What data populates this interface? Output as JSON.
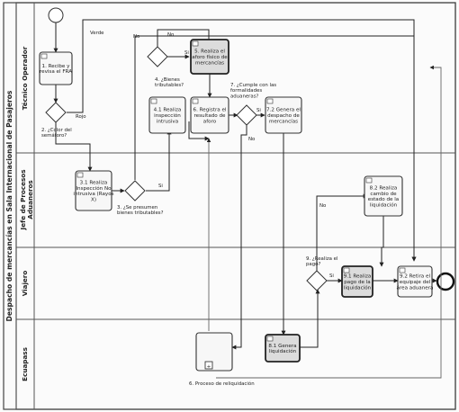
{
  "pool": {
    "title": "Despacho de mercancías en Sala Internacional de Pasajeros"
  },
  "lanes": [
    {
      "id": "tecnico",
      "label": "Técnico Operador"
    },
    {
      "id": "jefe",
      "label": "Jefe de Procesos Aduaneros"
    },
    {
      "id": "viajero",
      "label": "Viajero"
    },
    {
      "id": "ecuapass",
      "label": "Ecuapass"
    }
  ],
  "tasks": {
    "t1": [
      "1. Recibe y",
      "revisa el FRA"
    ],
    "t31": [
      "3.1 Realiza",
      "Inspección No",
      "intrusiva (Rayos",
      "X)"
    ],
    "t41": [
      "4.1 Realiza",
      "inspección",
      "intrusiva"
    ],
    "t5": [
      "5. Realiza el",
      "aforo físico de",
      "mercancías"
    ],
    "t6": [
      "6. Registra el",
      "resultado de",
      "aforo"
    ],
    "t72": [
      "7.2 Genera el",
      "despacho de",
      "mercancías"
    ],
    "t81": [
      "8.1 Genera",
      "liquidación"
    ],
    "t82": [
      "8.2 Realiza",
      "cambio de",
      "estado de la",
      "liquidación"
    ],
    "t91": [
      "9.1 Realiza",
      "pago de la",
      "liquidación"
    ],
    "t92": [
      "9.2 Retira el",
      "equipaje del",
      "área aduanera"
    ]
  },
  "gateways": {
    "g2": [
      "2. ¿Color del",
      "semáforo?"
    ],
    "g3": [
      "3. ¿Se presumen",
      "bienes tributables?"
    ],
    "g4": [
      "4. ¿Bienes",
      "tributables?"
    ],
    "g7": [
      "7. ¿Cumple con las",
      "formalidades",
      "aduaneras?"
    ],
    "g9": [
      "9. ¿Realiza el",
      "pago?"
    ]
  },
  "subprocess": {
    "label": "6. Proceso de reliquidación",
    "marker": "+"
  },
  "flow_labels": {
    "verde": "Verde",
    "rojo": "Rojo",
    "no_g3": "No",
    "si_g3": "Si",
    "no_g4": "No",
    "si_g4": "Si",
    "si_g7": "Si",
    "no_g7": "No",
    "si_g9": "Si",
    "no_g9": "No"
  }
}
